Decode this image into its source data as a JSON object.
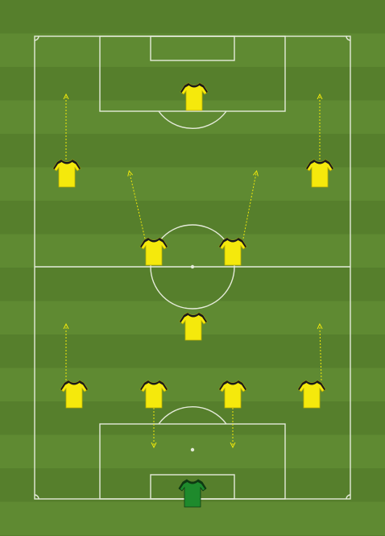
{
  "colors": {
    "grass_dark": "#567f2c",
    "grass_light": "#5f8a32",
    "lines": "#e4ead9",
    "outfield_shirt": "#f5e90c",
    "outfield_trim": "#1a1a1a",
    "goalkeeper_shirt": "#1e8a2c",
    "goalkeeper_trim": "#0e3a12",
    "movement_arrow": "#f1e80a"
  },
  "shirt_icon": "jersey-icon",
  "formation": {
    "players": [
      {
        "id": "striker",
        "kit": "outfield"
      },
      {
        "id": "left-winger",
        "kit": "outfield",
        "run": "forward"
      },
      {
        "id": "right-winger",
        "kit": "outfield",
        "run": "forward"
      },
      {
        "id": "left-central-midfielder",
        "kit": "outfield",
        "run": "forward-diagonal-left"
      },
      {
        "id": "right-central-midfielder",
        "kit": "outfield",
        "run": "forward-diagonal-right"
      },
      {
        "id": "defensive-midfielder",
        "kit": "outfield"
      },
      {
        "id": "left-back",
        "kit": "outfield",
        "run": "forward"
      },
      {
        "id": "left-centre-back",
        "kit": "outfield",
        "run": "backward"
      },
      {
        "id": "right-centre-back",
        "kit": "outfield",
        "run": "backward"
      },
      {
        "id": "right-back",
        "kit": "outfield",
        "run": "forward"
      },
      {
        "id": "goalkeeper",
        "kit": "goalkeeper"
      }
    ]
  }
}
